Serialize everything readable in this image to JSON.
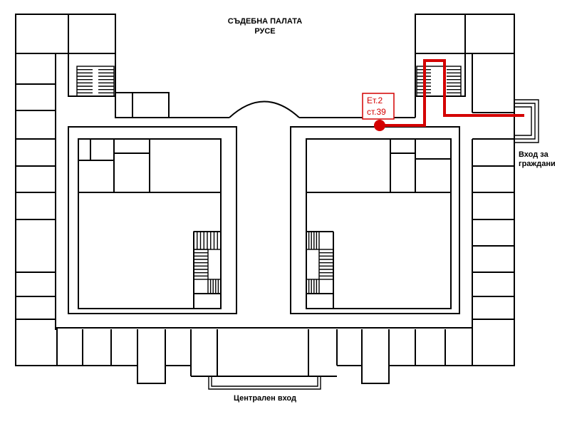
{
  "title": {
    "line1": "СЪДЕБНА ПАЛАТА",
    "line2": "РУСЕ"
  },
  "entrances": {
    "citizens_line1": "Вход за",
    "citizens_line2": "граждани",
    "central": "Централен вход"
  },
  "location": {
    "floor": "Ет.2",
    "room": "ст.39"
  },
  "colors": {
    "route": "#d40000",
    "walls": "#000000",
    "background": "#ffffff"
  }
}
